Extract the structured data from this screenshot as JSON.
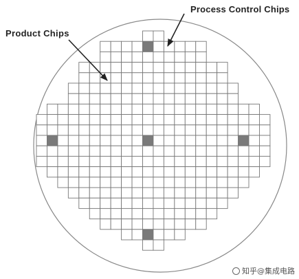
{
  "labels": {
    "product_chips": "Product Chips",
    "process_control_chips": "Process Control Chips"
  },
  "watermark": {
    "text": "知乎@集成电路"
  },
  "colors": {
    "grid_line": "#777777",
    "pcm_fill": "#7a7a7a",
    "wafer_edge": "#888888",
    "arrow": "#222222",
    "background": "#ffffff"
  },
  "wafer": {
    "grid_columns": 22,
    "grid_rows": 21,
    "row_column_spans": [
      [
        10,
        11
      ],
      [
        6,
        15
      ],
      [
        6,
        15
      ],
      [
        4,
        17
      ],
      [
        4,
        17
      ],
      [
        3,
        18
      ],
      [
        3,
        18
      ],
      [
        1,
        20
      ],
      [
        0,
        21
      ],
      [
        0,
        21
      ],
      [
        0,
        21
      ],
      [
        0,
        21
      ],
      [
        0,
        21
      ],
      [
        1,
        20
      ],
      [
        2,
        19
      ],
      [
        3,
        18
      ],
      [
        4,
        17
      ],
      [
        5,
        16
      ],
      [
        6,
        15
      ],
      [
        8,
        13
      ],
      [
        10,
        11
      ]
    ],
    "process_control_cells": [
      {
        "row": 1,
        "col": 10
      },
      {
        "row": 10,
        "col": 1
      },
      {
        "row": 10,
        "col": 10
      },
      {
        "row": 10,
        "col": 19
      },
      {
        "row": 19,
        "col": 10
      }
    ]
  }
}
